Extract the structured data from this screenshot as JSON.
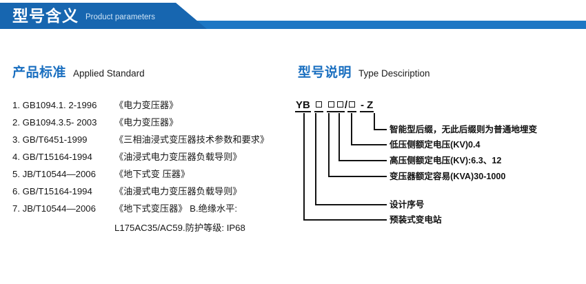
{
  "banner": {
    "title_cn": "型号含义",
    "title_en": "Product parameters",
    "color_dark": "#1766b0",
    "color_light": "#1d77c4"
  },
  "sections": {
    "left": {
      "title_cn": "产品标准",
      "title_en": "Applied Standard",
      "accent": "#1a6fc0"
    },
    "right": {
      "title_cn": "型号说明",
      "title_en": "Type Desciription",
      "accent": "#1a6fc0"
    }
  },
  "standards": [
    {
      "index": "1.",
      "code": "GB1094.1. 2-1996",
      "name": "《电力变压器》"
    },
    {
      "index": "2.",
      "code": "GB1094.3.5- 2003",
      "name": "《电力变压器》"
    },
    {
      "index": "3.",
      "code": "GB/T6451-1999",
      "name": "《三相油浸式变压器技术参数和要求》"
    },
    {
      "index": "4.",
      "code": "GB/T15164-1994",
      "name": "《油浸式电力变压器负载导则》"
    },
    {
      "index": "5.",
      "code": "JB/T10544—2006",
      "name": "《地下式变 压器》"
    },
    {
      "index": "6.",
      "code": "GB/T15164-1994",
      "name": "《油漫式电力变压器负载导则》"
    },
    {
      "index": "7.",
      "code": "JB/T10544—2006",
      "name": "《地下式变压器》 B.绝缘水平:"
    }
  ],
  "standards_continuation": "L175AC35/AC59.防护等级: IP68",
  "model_code": {
    "prefix": "YB",
    "suffix": "- Z",
    "slash": "/",
    "display": "YB □ □□/□ - Z"
  },
  "callouts": [
    {
      "id": "intelligent-suffix",
      "label": "智能型后缀，无此后缀则为普通地埋变"
    },
    {
      "id": "lv-rated-voltage",
      "label": "低压侧额定电压(KV)0.4"
    },
    {
      "id": "hv-rated-voltage",
      "label": "高压侧额定电压(KV):6.3、12"
    },
    {
      "id": "rated-capacity",
      "label": "变压器额定容易(KVA)30-1000"
    },
    {
      "id": "design-serial",
      "label": "设计序号"
    },
    {
      "id": "substation-type",
      "label": "预装式变电站"
    }
  ]
}
